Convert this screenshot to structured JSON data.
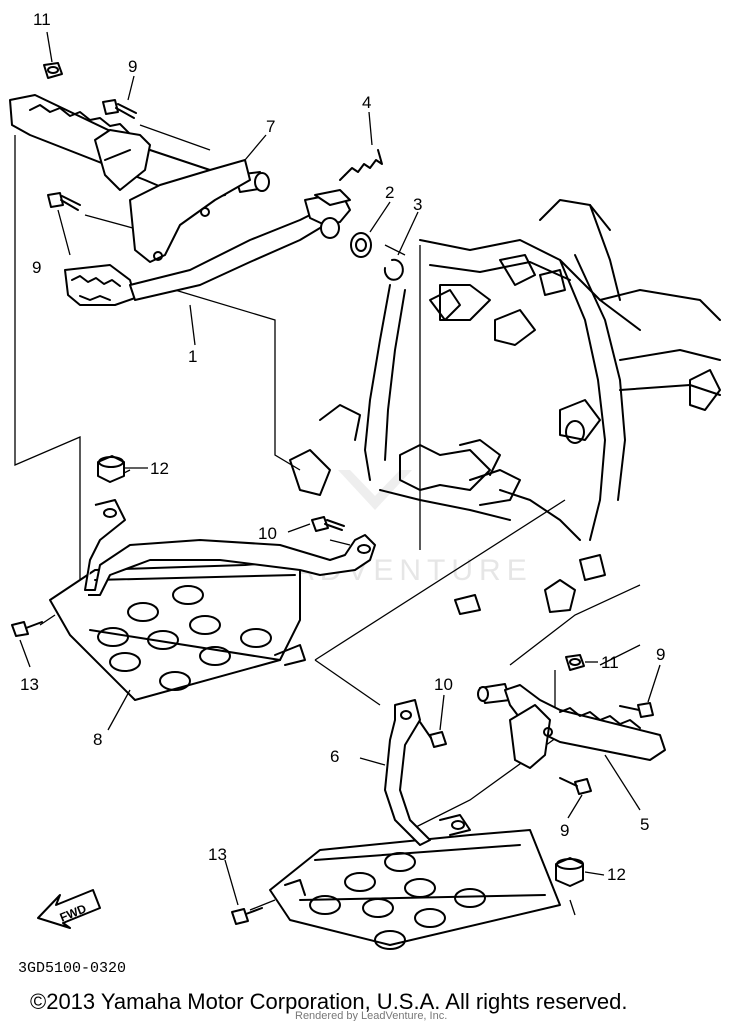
{
  "diagram": {
    "callouts": [
      {
        "id": "c11a",
        "text": "11"
      },
      {
        "id": "c9a",
        "text": "9"
      },
      {
        "id": "c7",
        "text": "7"
      },
      {
        "id": "c4",
        "text": "4"
      },
      {
        "id": "c2",
        "text": "2"
      },
      {
        "id": "c3",
        "text": "3"
      },
      {
        "id": "c9b",
        "text": "9"
      },
      {
        "id": "c1",
        "text": "1"
      },
      {
        "id": "c12a",
        "text": "12"
      },
      {
        "id": "c10a",
        "text": "10"
      },
      {
        "id": "c13a",
        "text": "13"
      },
      {
        "id": "c8",
        "text": "8"
      },
      {
        "id": "c11b",
        "text": "11"
      },
      {
        "id": "c9c",
        "text": "9"
      },
      {
        "id": "c10b",
        "text": "10"
      },
      {
        "id": "c6",
        "text": "6"
      },
      {
        "id": "c5",
        "text": "5"
      },
      {
        "id": "c9d",
        "text": "9"
      },
      {
        "id": "c13b",
        "text": "13"
      },
      {
        "id": "c12b",
        "text": "12"
      }
    ],
    "fwd_label": "FWD",
    "part_code": "3GD5100-0320",
    "watermark": "LEADVENTURE",
    "rendered_by": "Rendered by LeadVenture, Inc."
  },
  "footer": {
    "copyright": "©2013 Yamaha Motor Corporation, U.S.A. All rights reserved."
  }
}
